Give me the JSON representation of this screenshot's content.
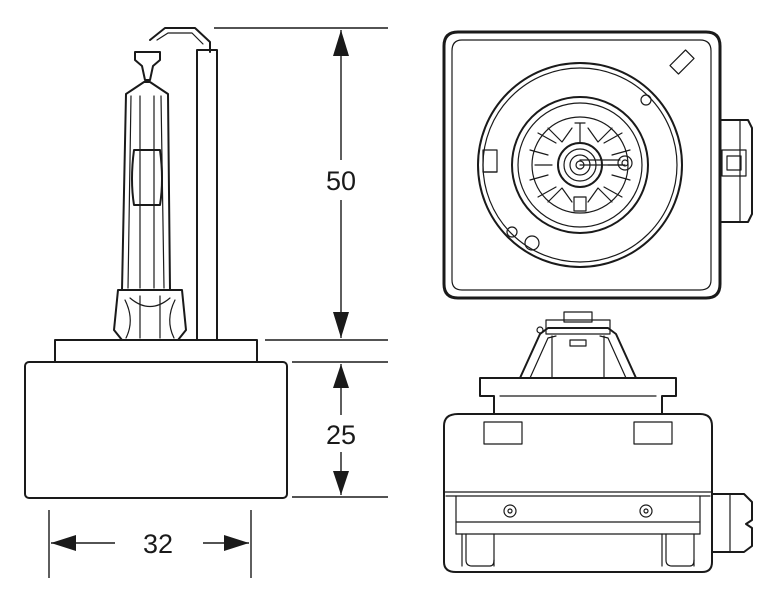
{
  "dimensions": {
    "height_upper": {
      "value": "50"
    },
    "height_lower": {
      "value": "25"
    },
    "width": {
      "value": "32"
    }
  },
  "colors": {
    "line": "#1a1a1a",
    "background": "#ffffff"
  }
}
